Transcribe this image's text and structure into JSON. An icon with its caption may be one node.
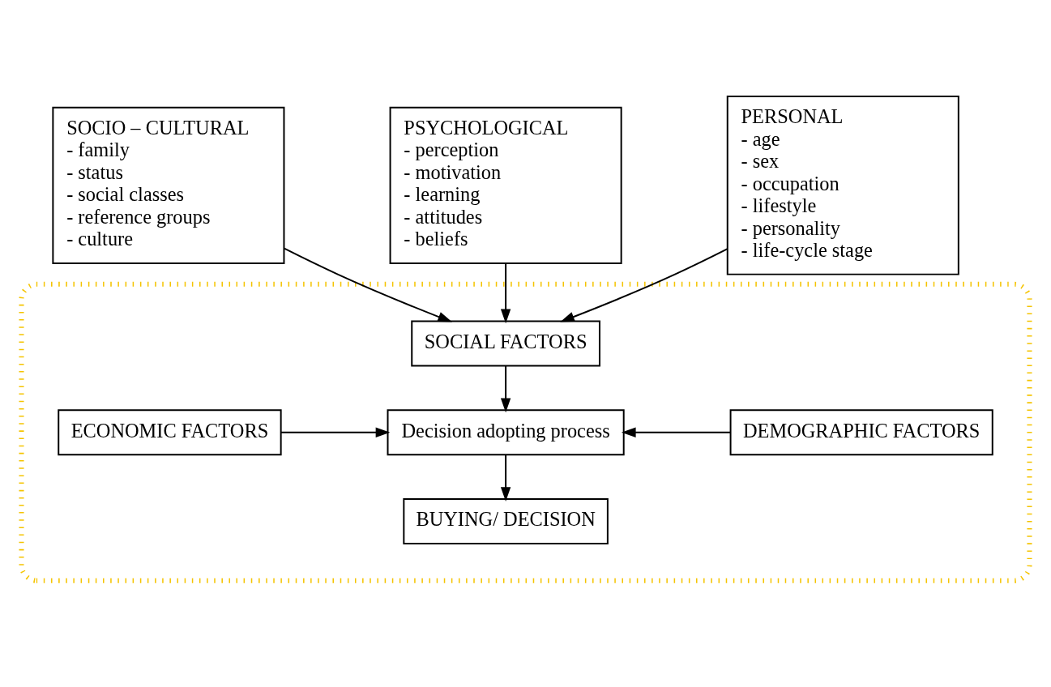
{
  "diagram": {
    "nodes": [
      {
        "text": [
          "SOCIO – CULTURAL",
          "- family",
          "- status",
          "- social classes",
          "- reference groups",
          "- culture"
        ]
      },
      {
        "text": [
          "PSYCHOLOGICAL",
          "- perception",
          "- motivation",
          "- learning",
          "- attitudes",
          "- beliefs"
        ]
      },
      {
        "text": [
          "PERSONAL",
          "- age",
          "- sex",
          "- occupation",
          "- lifestyle",
          "- personality",
          "- life-cycle stage"
        ]
      },
      {
        "text": [],
        "shape": "ellipse"
      },
      {
        "text": [
          "SOCIAL FACTORS"
        ],
        "in": 3
      },
      {
        "text": [
          "ECONOMIC FACTORS"
        ],
        "in": 3
      },
      {
        "text": [
          "Decision adopting process"
        ],
        "in": 3
      },
      {
        "text": [
          "DEMOGRAPHIC FACTORS"
        ],
        "in": 3
      },
      {
        "text": [
          "BUYING/ DECISION"
        ],
        "in": 3
      }
    ],
    "edges": [
      {
        "from": 0,
        "to": 4,
        "arrow": "to"
      },
      {
        "from": 1,
        "to": 4,
        "arrow": "to"
      },
      {
        "from": 2,
        "to": 4,
        "arrow": "to"
      },
      {
        "from": 4,
        "to": 6,
        "arrow": "to"
      },
      {
        "from": 5,
        "to": 6,
        "arrow": "to"
      },
      {
        "from": 7,
        "to": 6,
        "arrow": "to"
      },
      {
        "from": 6,
        "to": 8,
        "arrow": "to"
      }
    ]
  }
}
